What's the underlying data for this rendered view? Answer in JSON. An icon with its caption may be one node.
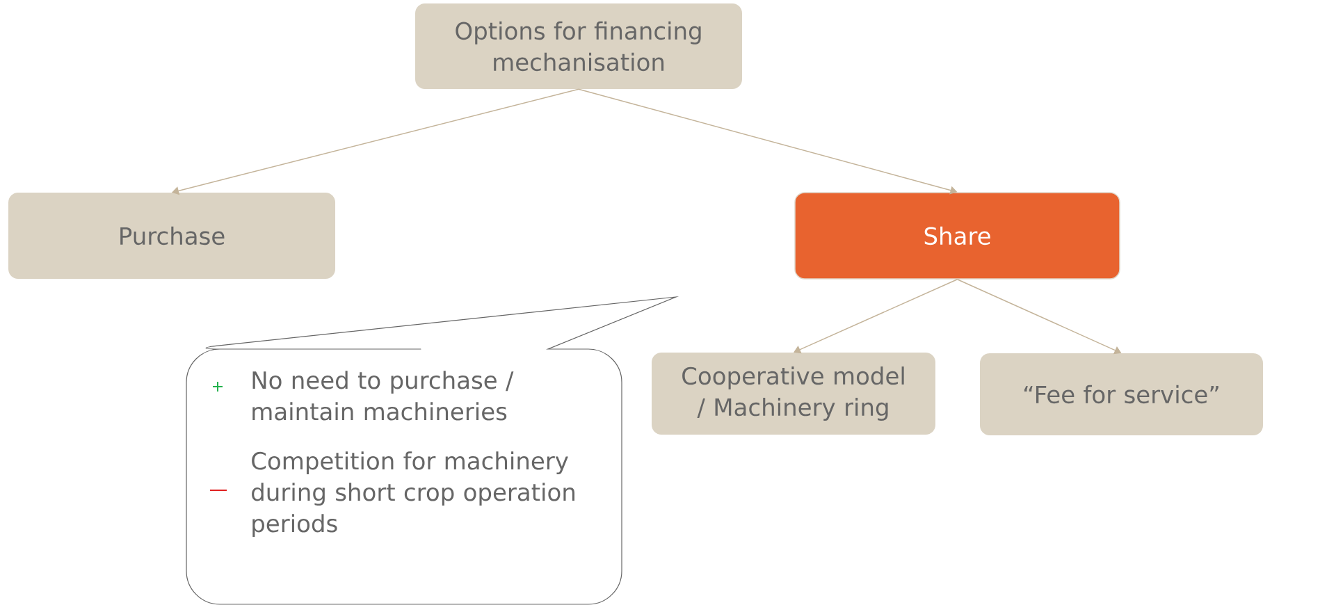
{
  "diagram": {
    "nodes": [
      {
        "text": [
          "Options for financing mechanisation"
        ]
      },
      {
        "text": [
          "Purchase"
        ]
      },
      {
        "text": [
          "Share"
        ]
      },
      {
        "text": [
          "No need to purchase / maintain machineries",
          "Competition for machinery during short crop operation periods"
        ]
      },
      {
        "text": [
          "Cooperative model / Machinery ring"
        ]
      },
      {
        "text": [
          "“Fee for service”"
        ]
      }
    ],
    "edges": [
      {
        "from": 0,
        "to": 1,
        "arrow": "to"
      },
      {
        "from": 0,
        "to": 2,
        "arrow": "to"
      },
      {
        "from": 2,
        "to": 4,
        "arrow": "to"
      },
      {
        "from": 2,
        "to": 5,
        "arrow": "to"
      }
    ]
  }
}
